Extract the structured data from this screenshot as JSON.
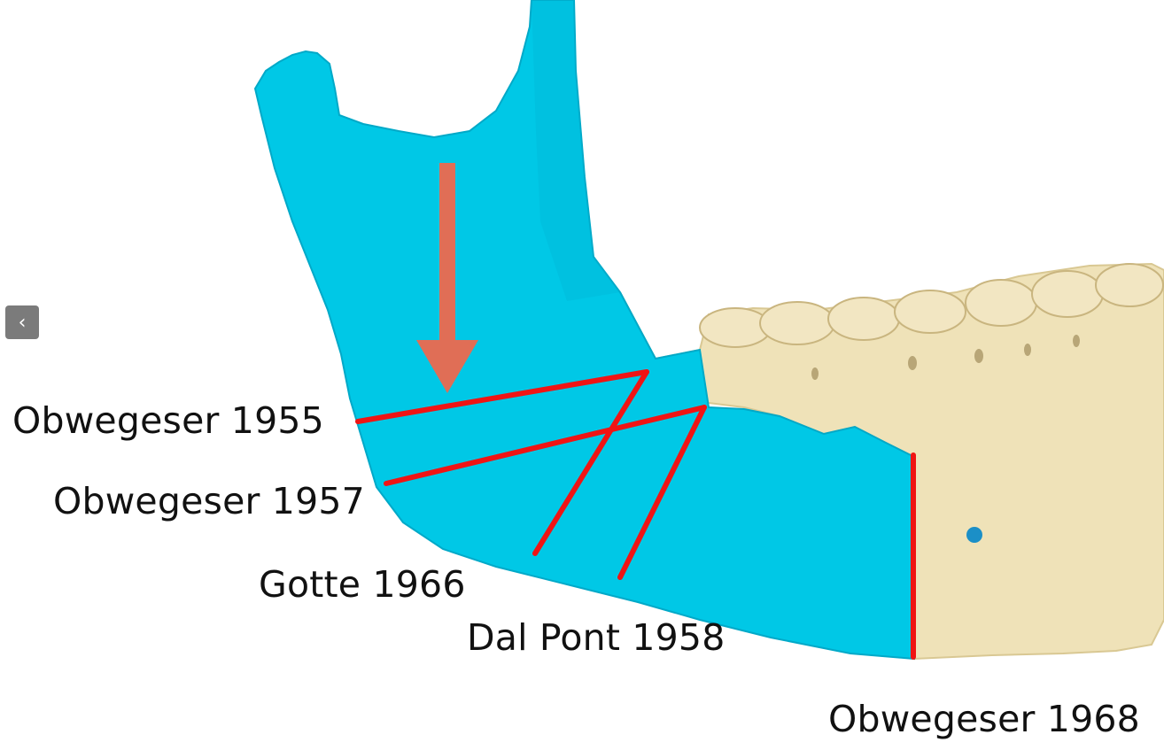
{
  "labels": {
    "obwegeser_1955": "Obwegeser 1955",
    "obwegeser_1957": "Obwegeser 1957",
    "gotte_1966": "Gotte 1966",
    "dal_pont_1958": "Dal Pont 1958",
    "obwegeser_1968": "Obwegeser 1968"
  },
  "nav": {
    "prev_glyph": "‹"
  },
  "colors": {
    "ramus": "#00c8e6",
    "ramus_shade": "#00a9c8",
    "body_bone": "#efe2b8",
    "body_shade": "#d9c893",
    "osteotomy_line": "#f01414",
    "arrow": "#e06e56",
    "foramen": "#1b8fc7"
  },
  "icons": {
    "nav": "chevron-left-icon",
    "arrow": "down-arrow-icon"
  }
}
